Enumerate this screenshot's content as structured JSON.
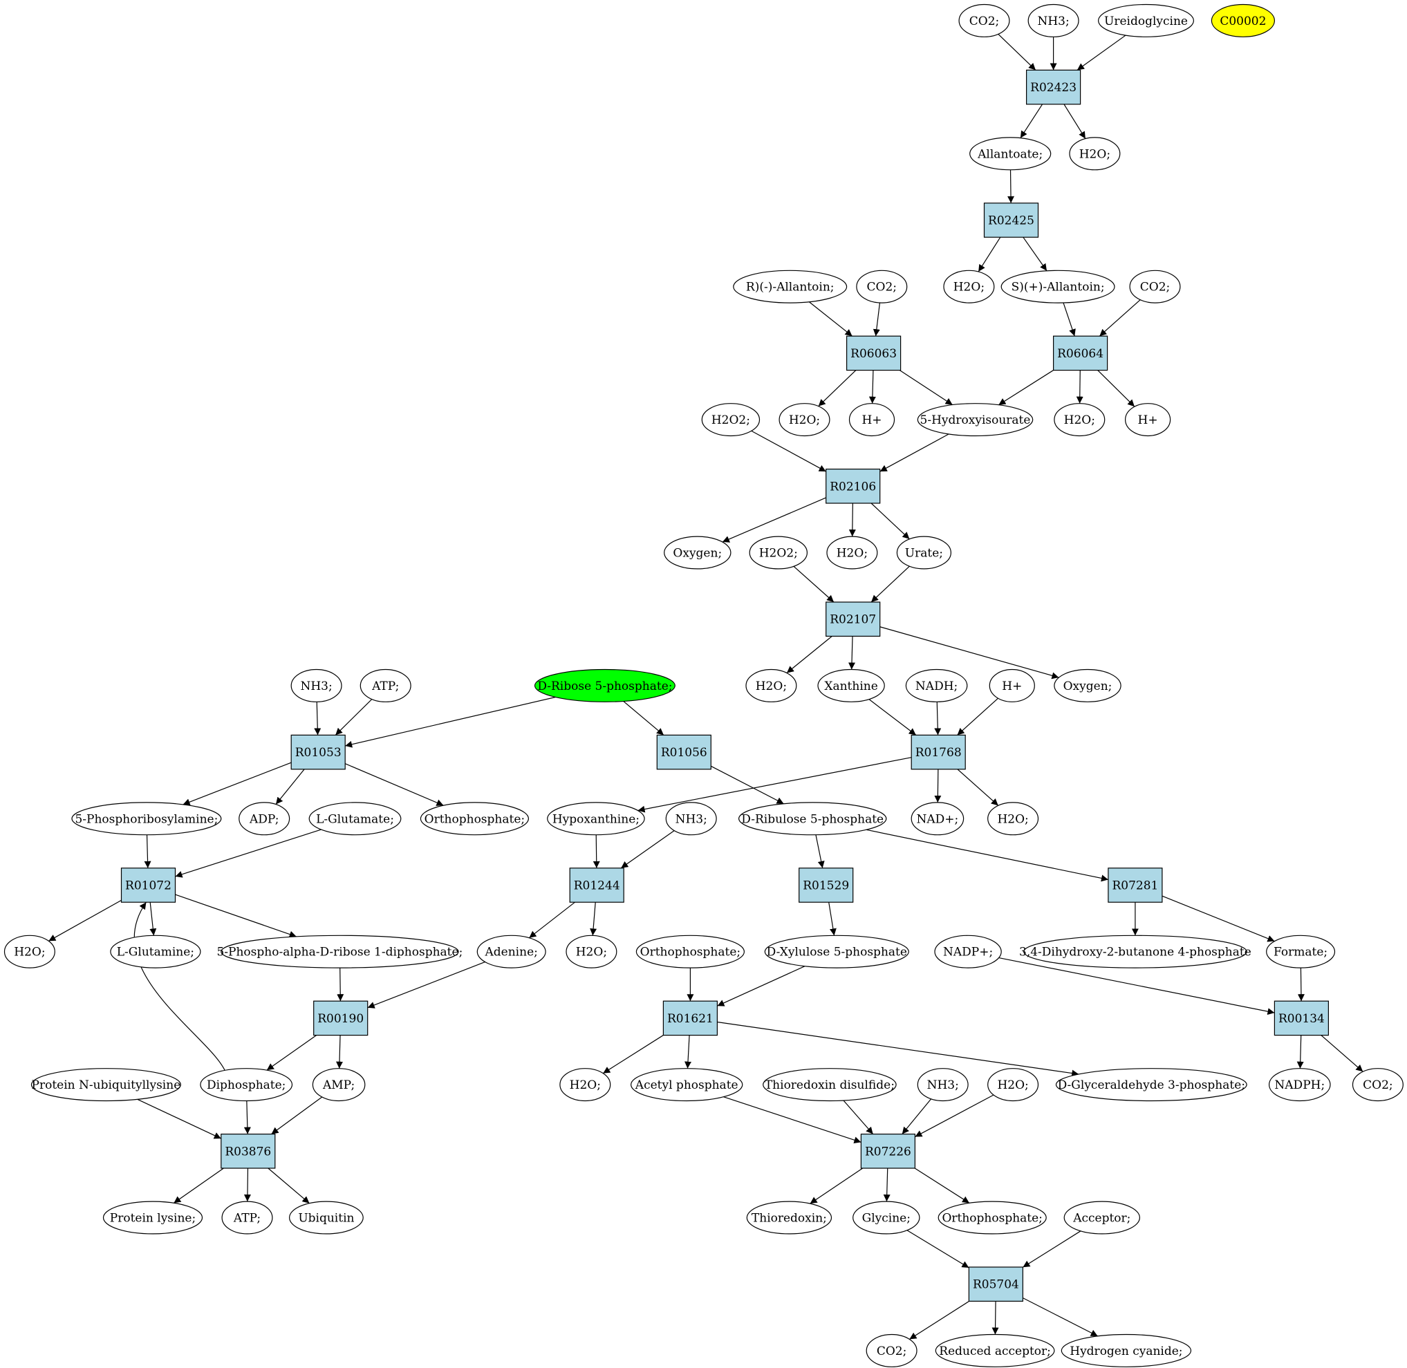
{
  "colors": {
    "reaction_fill": "#add8e6",
    "compound_fill": "#ffffff",
    "highlight_source": "#00ff00",
    "highlight_target": "#ffff00",
    "stroke": "#000000"
  },
  "reactions": [
    {
      "id": "r02423",
      "label": "R02423"
    },
    {
      "id": "r02425",
      "label": "R02425"
    },
    {
      "id": "r06063",
      "label": "R06063"
    },
    {
      "id": "r06064",
      "label": "R06064"
    },
    {
      "id": "r02106",
      "label": "R02106"
    },
    {
      "id": "r02107",
      "label": "R02107"
    },
    {
      "id": "r01053",
      "label": "R01053"
    },
    {
      "id": "r01056",
      "label": "R01056"
    },
    {
      "id": "r01768",
      "label": "R01768"
    },
    {
      "id": "r01072",
      "label": "R01072"
    },
    {
      "id": "r01244",
      "label": "R01244"
    },
    {
      "id": "r01529",
      "label": "R01529"
    },
    {
      "id": "r07281",
      "label": "R07281"
    },
    {
      "id": "r00190",
      "label": "R00190"
    },
    {
      "id": "r01621",
      "label": "R01621"
    },
    {
      "id": "r00134",
      "label": "R00134"
    },
    {
      "id": "r03876",
      "label": "R03876"
    },
    {
      "id": "r07226",
      "label": "R07226"
    },
    {
      "id": "r05704",
      "label": "R05704"
    }
  ],
  "compounds": [
    {
      "id": "c_co2_a",
      "label": "CO2;"
    },
    {
      "id": "c_nh3_a",
      "label": "NH3;"
    },
    {
      "id": "c_ureido",
      "label": "Ureidoglycine"
    },
    {
      "id": "c00002",
      "label": "C00002",
      "highlight": "target"
    },
    {
      "id": "c_allantoate",
      "label": "Allantoate;"
    },
    {
      "id": "c_h2o_a",
      "label": "H2O;"
    },
    {
      "id": "c_r_allantoin",
      "label": "R)(-)-Allantoin;"
    },
    {
      "id": "c_co2_b",
      "label": "CO2;"
    },
    {
      "id": "c_h2o_b",
      "label": "H2O;"
    },
    {
      "id": "c_s_allantoin",
      "label": "S)(+)-Allantoin;"
    },
    {
      "id": "c_co2_c",
      "label": "CO2;"
    },
    {
      "id": "c_h2o2_a",
      "label": "H2O2;"
    },
    {
      "id": "c_h2o_c",
      "label": "H2O;"
    },
    {
      "id": "c_hplus_a",
      "label": "H+"
    },
    {
      "id": "c_5hiu",
      "label": "5-Hydroxyisourate"
    },
    {
      "id": "c_h2o_d",
      "label": "H2O;"
    },
    {
      "id": "c_hplus_b",
      "label": "H+"
    },
    {
      "id": "c_oxygen_a",
      "label": "Oxygen;"
    },
    {
      "id": "c_h2o2_b",
      "label": "H2O2;"
    },
    {
      "id": "c_h2o_e",
      "label": "H2O;"
    },
    {
      "id": "c_urate",
      "label": "Urate;"
    },
    {
      "id": "c_nh3_b",
      "label": "NH3;"
    },
    {
      "id": "c_atp_a",
      "label": "ATP;"
    },
    {
      "id": "c_r5p",
      "label": "D-Ribose 5-phosphate;",
      "highlight": "source"
    },
    {
      "id": "c_h2o_f",
      "label": "H2O;"
    },
    {
      "id": "c_xanthine",
      "label": "Xanthine"
    },
    {
      "id": "c_nadh",
      "label": "NADH;"
    },
    {
      "id": "c_hplus_c",
      "label": "H+"
    },
    {
      "id": "c_oxygen_b",
      "label": "Oxygen;"
    },
    {
      "id": "c_5pra",
      "label": "5-Phosphoribosylamine;"
    },
    {
      "id": "c_adp",
      "label": "ADP;"
    },
    {
      "id": "c_glu",
      "label": "L-Glutamate;"
    },
    {
      "id": "c_pi_a",
      "label": "Orthophosphate;"
    },
    {
      "id": "c_hypox",
      "label": "Hypoxanthine;"
    },
    {
      "id": "c_nh3_c",
      "label": "NH3;"
    },
    {
      "id": "c_ru5p",
      "label": "D-Ribulose 5-phosphate"
    },
    {
      "id": "c_nadplus",
      "label": "NAD+;"
    },
    {
      "id": "c_h2o_g",
      "label": "H2O;"
    },
    {
      "id": "c_h2o_h",
      "label": "H2O;"
    },
    {
      "id": "c_gln",
      "label": "L-Glutamine;"
    },
    {
      "id": "c_prpp",
      "label": "5-Phospho-alpha-D-ribose 1-diphosphate;"
    },
    {
      "id": "c_adenine",
      "label": "Adenine;"
    },
    {
      "id": "c_h2o_i",
      "label": "H2O;"
    },
    {
      "id": "c_pi_b",
      "label": "Orthophosphate;"
    },
    {
      "id": "c_xu5p",
      "label": "D-Xylulose 5-phosphate"
    },
    {
      "id": "c_nadpplus",
      "label": "NADP+;"
    },
    {
      "id": "c_dhbp",
      "label": "3,4-Dihydroxy-2-butanone 4-phosphate"
    },
    {
      "id": "c_formate",
      "label": "Formate;"
    },
    {
      "id": "c_protub",
      "label": "Protein N-ubiquityllysine"
    },
    {
      "id": "c_ppi",
      "label": "Diphosphate;"
    },
    {
      "id": "c_amp",
      "label": "AMP;"
    },
    {
      "id": "c_h2o_j",
      "label": "H2O;"
    },
    {
      "id": "c_acp",
      "label": "Acetyl phosphate"
    },
    {
      "id": "c_trxss",
      "label": "Thioredoxin disulfide;"
    },
    {
      "id": "c_nh3_d",
      "label": "NH3;"
    },
    {
      "id": "c_h2o_k",
      "label": "H2O;"
    },
    {
      "id": "c_g3p",
      "label": "D-Glyceraldehyde 3-phosphate;"
    },
    {
      "id": "c_nadph",
      "label": "NADPH;"
    },
    {
      "id": "c_co2_d",
      "label": "CO2;"
    },
    {
      "id": "c_protlys",
      "label": "Protein lysine;"
    },
    {
      "id": "c_atp_b",
      "label": "ATP;"
    },
    {
      "id": "c_ubiq",
      "label": "Ubiquitin"
    },
    {
      "id": "c_trx",
      "label": "Thioredoxin;"
    },
    {
      "id": "c_gly",
      "label": "Glycine;"
    },
    {
      "id": "c_pi_c",
      "label": "Orthophosphate;"
    },
    {
      "id": "c_acceptor",
      "label": "Acceptor;"
    },
    {
      "id": "c_co2_e",
      "label": "CO2;"
    },
    {
      "id": "c_redacc",
      "label": "Reduced acceptor;"
    },
    {
      "id": "c_hcn",
      "label": "Hydrogen cyanide;"
    }
  ],
  "edges": [
    [
      "c_co2_a",
      "r02423"
    ],
    [
      "c_nh3_a",
      "r02423"
    ],
    [
      "c_ureido",
      "r02423"
    ],
    [
      "r02423",
      "c_allantoate"
    ],
    [
      "r02423",
      "c_h2o_a"
    ],
    [
      "c_allantoate",
      "r02425"
    ],
    [
      "r02425",
      "c_h2o_b"
    ],
    [
      "r02425",
      "c_s_allantoin"
    ],
    [
      "c_r_allantoin",
      "r06063"
    ],
    [
      "c_co2_b",
      "r06063"
    ],
    [
      "c_s_allantoin",
      "r06064"
    ],
    [
      "c_co2_c",
      "r06064"
    ],
    [
      "r06063",
      "c_h2o_c"
    ],
    [
      "r06063",
      "c_hplus_a"
    ],
    [
      "r06063",
      "c_5hiu"
    ],
    [
      "r06064",
      "c_5hiu"
    ],
    [
      "r06064",
      "c_h2o_d"
    ],
    [
      "r06064",
      "c_hplus_b"
    ],
    [
      "c_h2o2_a",
      "r02106"
    ],
    [
      "c_5hiu",
      "r02106"
    ],
    [
      "r02106",
      "c_oxygen_a"
    ],
    [
      "r02106",
      "c_h2o_e"
    ],
    [
      "r02106",
      "c_urate"
    ],
    [
      "c_h2o2_b",
      "r02107"
    ],
    [
      "c_urate",
      "r02107"
    ],
    [
      "r02107",
      "c_h2o_f"
    ],
    [
      "r02107",
      "c_xanthine"
    ],
    [
      "r02107",
      "c_oxygen_b"
    ],
    [
      "c_xanthine",
      "r01768"
    ],
    [
      "c_nadh",
      "r01768"
    ],
    [
      "c_hplus_c",
      "r01768"
    ],
    [
      "r01768",
      "c_hypox"
    ],
    [
      "r01768",
      "c_nadplus"
    ],
    [
      "r01768",
      "c_h2o_g"
    ],
    [
      "c_nh3_b",
      "r01053"
    ],
    [
      "c_atp_a",
      "r01053"
    ],
    [
      "c_r5p",
      "r01053"
    ],
    [
      "c_r5p",
      "r01056"
    ],
    [
      "r01053",
      "c_5pra"
    ],
    [
      "r01053",
      "c_adp"
    ],
    [
      "r01053",
      "c_pi_a"
    ],
    [
      "r01056",
      "c_ru5p"
    ],
    [
      "c_5pra",
      "r01072"
    ],
    [
      "c_glu",
      "r01072"
    ],
    [
      "c_ppi",
      "r01072"
    ],
    [
      "r01072",
      "c_h2o_h"
    ],
    [
      "r01072",
      "c_gln"
    ],
    [
      "r01072",
      "c_prpp"
    ],
    [
      "c_hypox",
      "r01244"
    ],
    [
      "c_nh3_c",
      "r01244"
    ],
    [
      "r01244",
      "c_adenine"
    ],
    [
      "r01244",
      "c_h2o_i"
    ],
    [
      "c_ru5p",
      "r01529"
    ],
    [
      "c_ru5p",
      "r07281"
    ],
    [
      "r01529",
      "c_xu5p"
    ],
    [
      "r07281",
      "c_dhbp"
    ],
    [
      "r07281",
      "c_formate"
    ],
    [
      "c_prpp",
      "r00190"
    ],
    [
      "c_adenine",
      "r00190"
    ],
    [
      "r00190",
      "c_ppi"
    ],
    [
      "r00190",
      "c_amp"
    ],
    [
      "c_pi_b",
      "r01621"
    ],
    [
      "c_xu5p",
      "r01621"
    ],
    [
      "r01621",
      "c_h2o_j"
    ],
    [
      "r01621",
      "c_acp"
    ],
    [
      "r01621",
      "c_g3p"
    ],
    [
      "c_nadpplus",
      "r00134"
    ],
    [
      "c_formate",
      "r00134"
    ],
    [
      "r00134",
      "c_nadph"
    ],
    [
      "r00134",
      "c_co2_d"
    ],
    [
      "c_protub",
      "r03876"
    ],
    [
      "c_ppi",
      "r03876"
    ],
    [
      "c_amp",
      "r03876"
    ],
    [
      "r03876",
      "c_protlys"
    ],
    [
      "r03876",
      "c_atp_b"
    ],
    [
      "r03876",
      "c_ubiq"
    ],
    [
      "c_acp",
      "r07226"
    ],
    [
      "c_trxss",
      "r07226"
    ],
    [
      "c_nh3_d",
      "r07226"
    ],
    [
      "c_h2o_k",
      "r07226"
    ],
    [
      "r07226",
      "c_trx"
    ],
    [
      "r07226",
      "c_gly"
    ],
    [
      "r07226",
      "c_pi_c"
    ],
    [
      "c_gly",
      "r05704"
    ],
    [
      "c_acceptor",
      "r05704"
    ],
    [
      "r05704",
      "c_co2_e"
    ],
    [
      "r05704",
      "c_redacc"
    ],
    [
      "r05704",
      "c_hcn"
    ]
  ]
}
